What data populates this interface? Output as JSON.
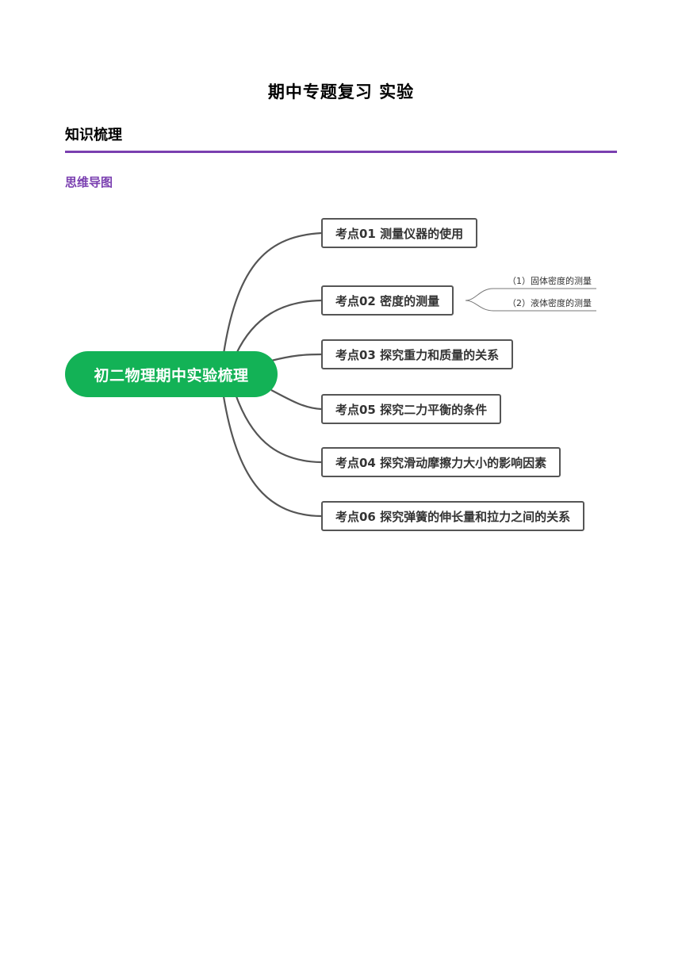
{
  "document": {
    "title": "期中专题复习  实验",
    "section_heading": "知识梳理",
    "sub_heading": "思维导图"
  },
  "mindmap": {
    "root": "初二物理期中实验梳理",
    "topics": [
      {
        "label": "考点01  测量仪器的使用",
        "subtopics": []
      },
      {
        "label": "考点02  密度的测量",
        "subtopics": [
          "（1）固体密度的测量",
          "（2）液体密度的测量"
        ]
      },
      {
        "label": "考点03  探究重力和质量的关系",
        "subtopics": []
      },
      {
        "label": "考点05  探究二力平衡的条件",
        "subtopics": []
      },
      {
        "label": "考点04  探究滑动摩擦力大小的影响因素",
        "subtopics": []
      },
      {
        "label": "考点06  探究弹簧的伸长量和拉力之间的关系",
        "subtopics": []
      }
    ],
    "colors": {
      "root_fill": "#13b256",
      "line": "#555555",
      "accent": "#7a3fb0"
    }
  }
}
